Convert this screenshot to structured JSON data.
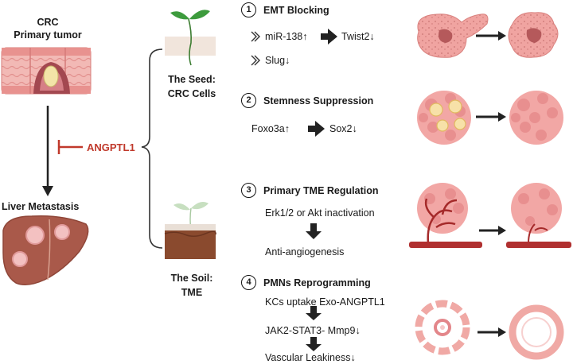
{
  "left": {
    "crc_title": "CRC",
    "crc_subtitle": "Primary tumor",
    "inhibitor": "ANGPTL1",
    "liver_title": "Liver Metastasis"
  },
  "seed": {
    "line1": "The Seed:",
    "line2": "CRC  Cells"
  },
  "soil": {
    "line1": "The Soil:",
    "line2": "TME"
  },
  "sections": [
    {
      "number": "1",
      "title": "EMT Blocking",
      "item1_a": "miR-138↑",
      "item1_b": "Twist2↓",
      "item2": "Slug↓"
    },
    {
      "number": "2",
      "title": "Stemness Suppression",
      "a": "Foxo3a↑",
      "b": "Sox2↓"
    },
    {
      "number": "3",
      "title": "Primary TME Regulation",
      "line1": "Erk1/2 or Akt inactivation",
      "line2": "Anti-angiogenesis"
    },
    {
      "number": "4",
      "title": "PMNs Reprogramming",
      "line1": "KCs uptake Exo-ANGPTL1",
      "line2": "JAK2-STAT3- Mmp9↓",
      "line3": "Vascular Leakiness↓"
    }
  ],
  "colors": {
    "inhibit": "#c0392b",
    "cell": "#eea5a5",
    "vessel": "#b03030",
    "liver": "#a85a47",
    "soil": "#8a4a2e",
    "plant": "#3d9b3d"
  }
}
